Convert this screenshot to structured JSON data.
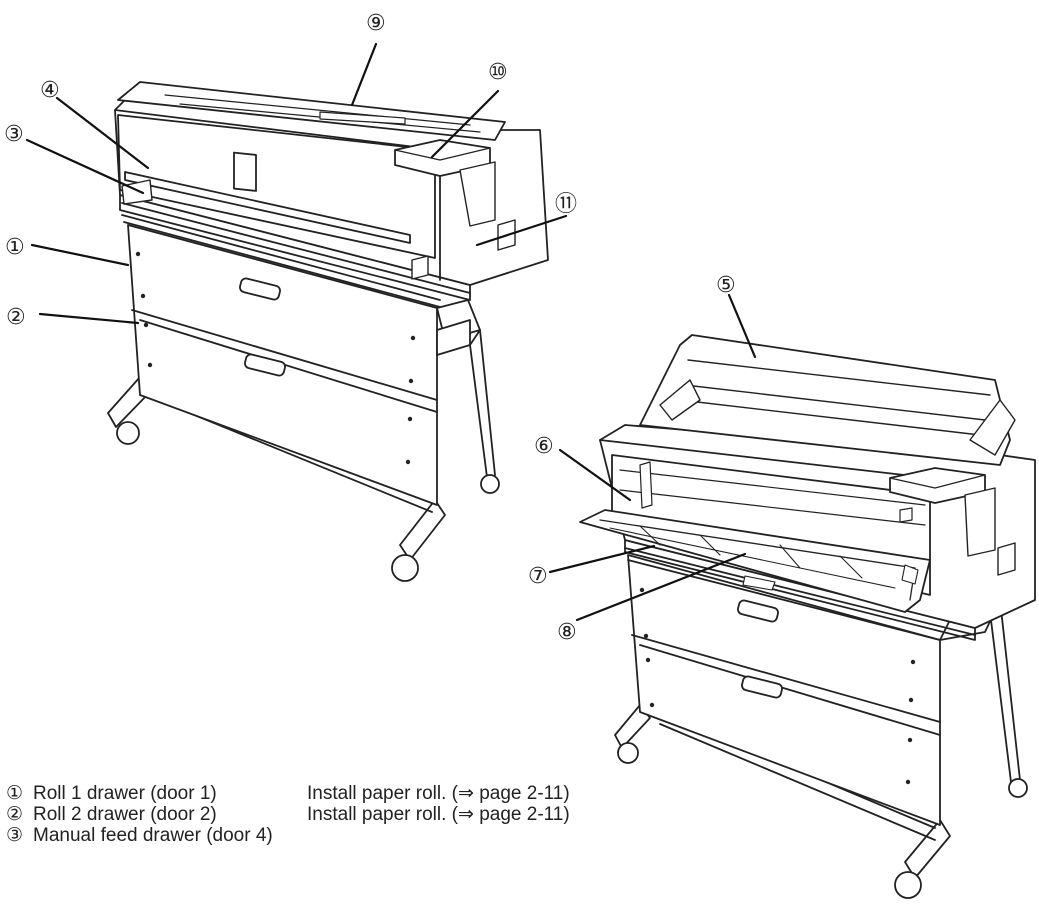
{
  "callouts": [
    "①",
    "②",
    "③",
    "④",
    "⑤",
    "⑥",
    "⑦",
    "⑧",
    "⑨",
    "⑩",
    "⑪"
  ],
  "legend": [
    {
      "num": "①",
      "part": "Roll 1 drawer (door 1)",
      "desc": "Install paper roll. (⇒ page 2-11)"
    },
    {
      "num": "②",
      "part": "Roll 2 drawer (door 2)",
      "desc": "Install paper roll. (⇒ page 2-11)"
    },
    {
      "num": "③",
      "part": "Manual feed drawer (door 4)",
      "desc": ""
    }
  ]
}
